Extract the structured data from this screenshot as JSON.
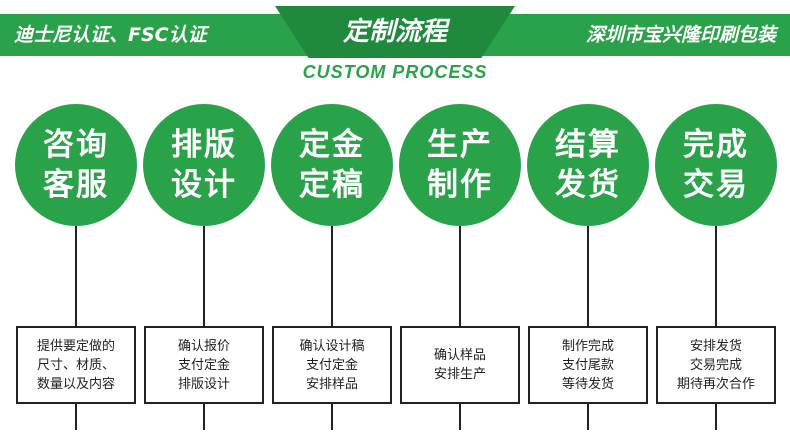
{
  "header": {
    "left_text": "迪士尼认证、FSC认证",
    "title": "定制流程",
    "right_text": "深圳市宝兴隆印刷包装",
    "subtitle": "CUSTOM PROCESS"
  },
  "colors": {
    "accent_green": "#2aa24a",
    "dark_green": "#1f8a3d",
    "line": "#222222"
  },
  "steps": [
    {
      "title_lines": [
        "咨询",
        "客服"
      ],
      "desc_lines": [
        "提供要定做的",
        "尺寸、材质、",
        "数量以及内容"
      ]
    },
    {
      "title_lines": [
        "排版",
        "设计"
      ],
      "desc_lines": [
        "确认报价",
        "支付定金",
        "排版设计"
      ]
    },
    {
      "title_lines": [
        "定金",
        "定稿"
      ],
      "desc_lines": [
        "确认设计稿",
        "支付定金",
        "安排样品"
      ]
    },
    {
      "title_lines": [
        "生产",
        "制作"
      ],
      "desc_lines": [
        "确认样品",
        "安排生产"
      ]
    },
    {
      "title_lines": [
        "结算",
        "发货"
      ],
      "desc_lines": [
        "制作完成",
        "支付尾款",
        "等待发货"
      ]
    },
    {
      "title_lines": [
        "完成",
        "交易"
      ],
      "desc_lines": [
        "安排发货",
        "交易完成",
        "期待再次合作"
      ]
    }
  ]
}
